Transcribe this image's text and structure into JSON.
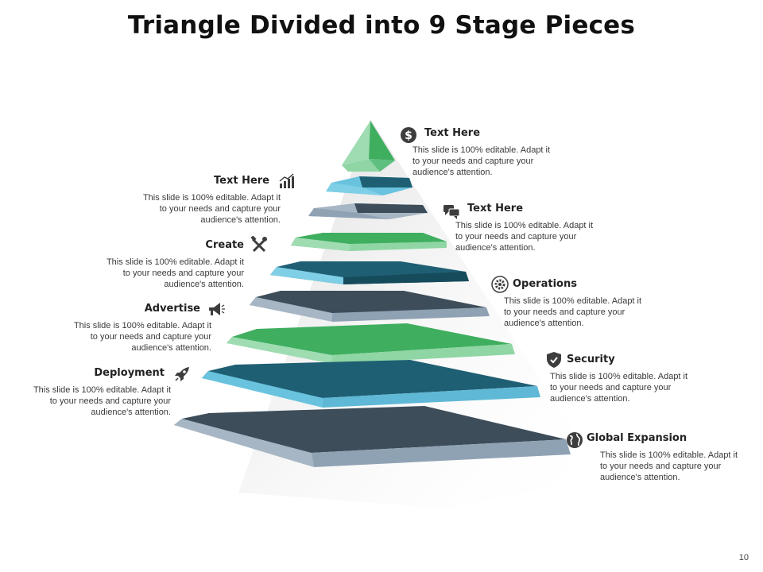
{
  "title": "Triangle Divided into 9 Stage Pieces",
  "page_number": "10",
  "colors": {
    "green": "#3fae5f",
    "light_green": "#8fd6a4",
    "teal": "#1f5f73",
    "light_blue": "#69c3de",
    "slate": "#3d4d5a",
    "gray_blue": "#8fa2b4"
  },
  "callouts": {
    "right1": {
      "heading": "Text Here",
      "icon": "dollar-icon",
      "lines": [
        "This slide is 100% editable. Adapt it",
        "to your needs and capture your",
        "audience's attention."
      ]
    },
    "right2": {
      "heading": "Text Here",
      "icon": "chat-icon",
      "lines": [
        "This slide is 100% editable. Adapt it",
        "to your needs and capture your",
        "audience's attention."
      ]
    },
    "right3": {
      "heading": "Operations",
      "icon": "gear-icon",
      "lines": [
        "This slide is 100% editable. Adapt it",
        "to your needs and capture your",
        "audience's attention."
      ]
    },
    "right4": {
      "heading": "Security",
      "icon": "shield-icon",
      "lines": [
        "This slide is 100% editable. Adapt it",
        "to your needs and capture your",
        "audience's attention."
      ]
    },
    "right5": {
      "heading": "Global Expansion",
      "icon": "globe-icon",
      "lines": [
        "This slide is 100% editable. Adapt it",
        "to your needs and capture your",
        "audience's attention."
      ]
    },
    "left1": {
      "heading": "Text Here",
      "icon": "bar-chart-icon",
      "lines": [
        "This slide is 100% editable. Adapt it",
        "to your needs and capture your",
        "audience's attention."
      ]
    },
    "left2": {
      "heading": "Create",
      "icon": "tools-icon",
      "lines": [
        "This slide is 100% editable. Adapt it",
        "to your needs and capture your",
        "audience's attention."
      ]
    },
    "left3": {
      "heading": "Advertise",
      "icon": "megaphone-icon",
      "lines": [
        "This slide is 100% editable. Adapt it",
        "to your needs and capture your",
        "audience's attention."
      ]
    },
    "left4": {
      "heading": "Deployment",
      "icon": "rocket-icon",
      "lines": [
        "This slide is 100% editable. Adapt it",
        "to your needs and capture your",
        "audience's attention."
      ]
    }
  }
}
